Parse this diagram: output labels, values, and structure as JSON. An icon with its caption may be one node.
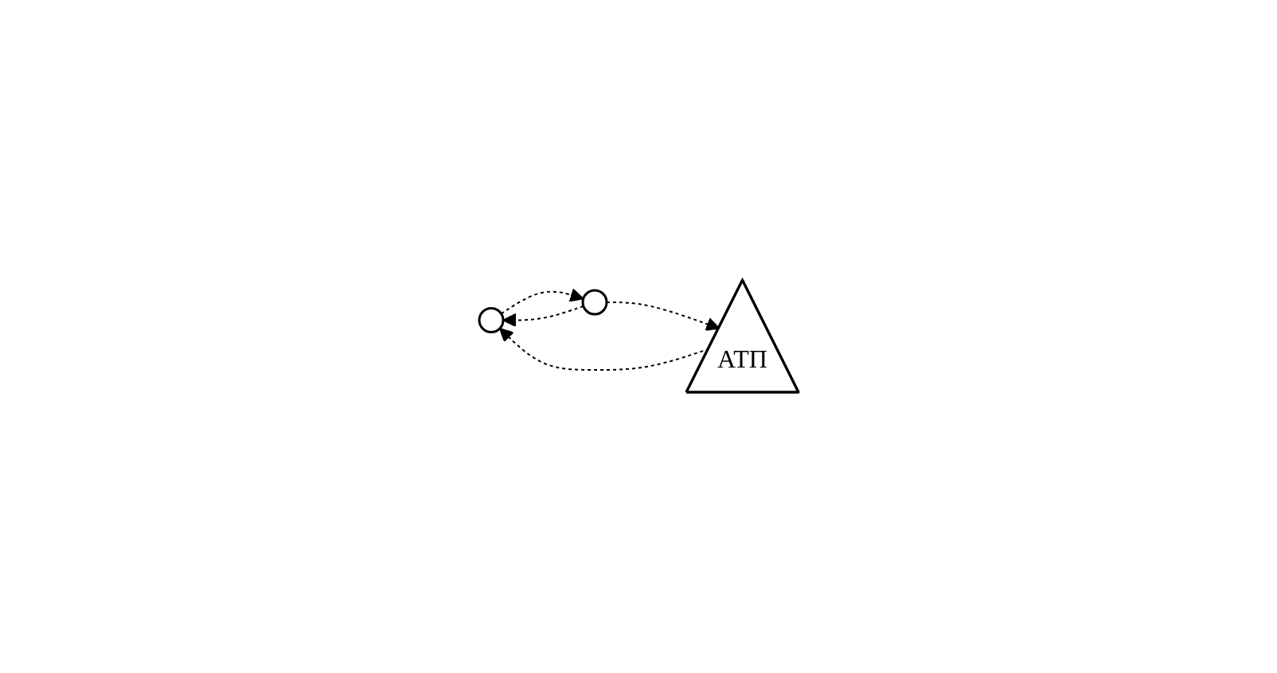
{
  "diagram": {
    "nodes": [
      {
        "text": [],
        "shape": "circle"
      },
      {
        "text": [],
        "shape": "circle"
      },
      {
        "text": [
          "АТП"
        ]
      }
    ],
    "edges": [
      {
        "from": 0,
        "to": 1,
        "arrow": "to",
        "style": "dashed"
      },
      {
        "from": 1,
        "to": 0,
        "arrow": "to",
        "style": "dashed"
      },
      {
        "from": 2,
        "to": 0,
        "arrow": "to",
        "style": "dashed"
      },
      {
        "from": 1,
        "to": 2,
        "arrow": "to",
        "style": "dashed"
      }
    ]
  }
}
